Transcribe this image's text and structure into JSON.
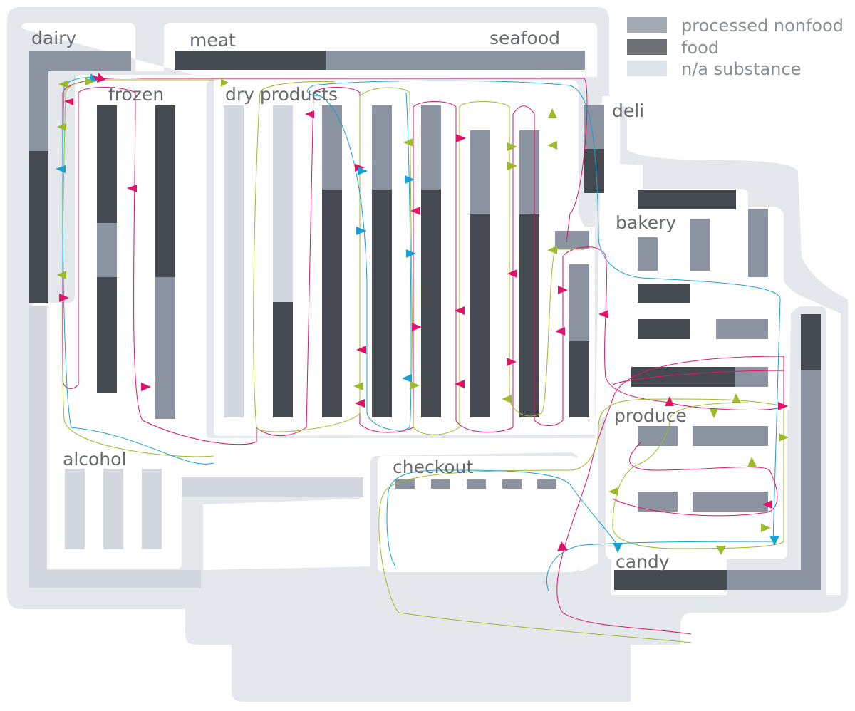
{
  "title": "",
  "colors": {
    "processed": "#8b93a0",
    "food": "#454a51",
    "na": "#d3d8e0",
    "floor": "#e4e7ec",
    "magenta": "#e0126a",
    "lime": "#9cba2c",
    "cyan": "#1aa0d2"
  },
  "legend": [
    {
      "label": "processed nonfood",
      "color": "#a4aab4"
    },
    {
      "label": "food",
      "color": "#6c7075"
    },
    {
      "label": "n/a substance",
      "color": "#dfe3ea"
    }
  ],
  "sections": {
    "dairy": "dairy",
    "meat": "meat",
    "seafood": "seafood",
    "frozen": "frozen",
    "dry_products": "dry products",
    "deli": "deli",
    "bakery": "bakery",
    "produce": "produce",
    "alcohol": "alcohol",
    "checkout": "checkout",
    "candy": "candy"
  },
  "icons": {
    "arrow": "direction-arrow-icon"
  }
}
